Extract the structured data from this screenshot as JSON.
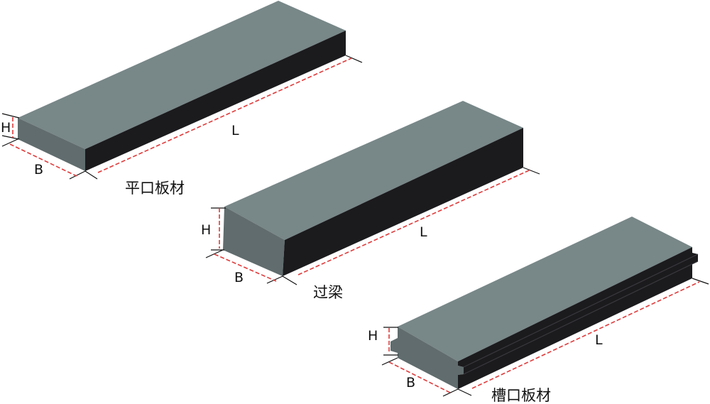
{
  "colors": {
    "top_face": "#788788",
    "front_face": "#606c6d",
    "side_face": "#1b1a1d",
    "dimension_line": "#e03a3a",
    "extension_line": "#111111"
  },
  "items": [
    {
      "name": "平口板材",
      "dims": {
        "h": "H",
        "b": "B",
        "l": "L"
      }
    },
    {
      "name": "过梁",
      "dims": {
        "h": "H",
        "b": "B",
        "l": "L"
      }
    },
    {
      "name": "槽口板材",
      "dims": {
        "h": "H",
        "b": "B",
        "l": "L"
      }
    }
  ]
}
